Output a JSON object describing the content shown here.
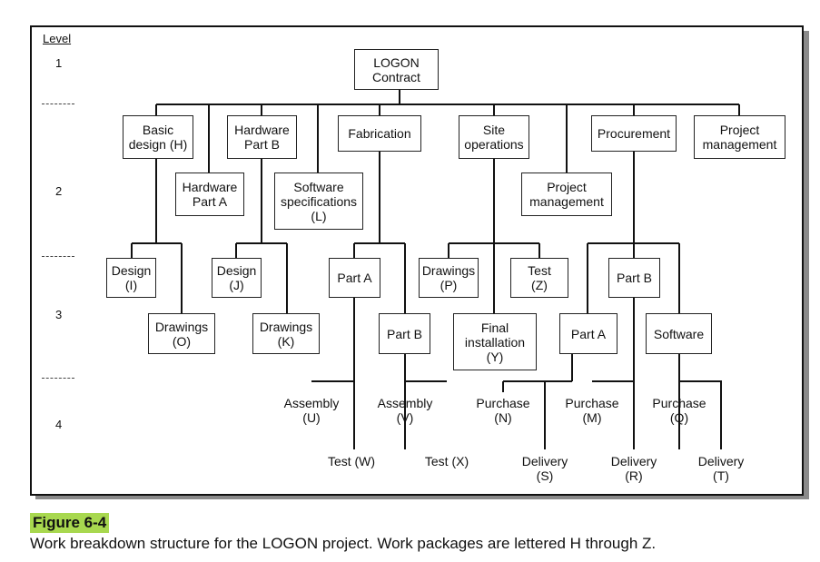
{
  "levels": {
    "header": "Level",
    "l1": "1",
    "l2": "2",
    "l3": "3",
    "l4": "4"
  },
  "nodes": {
    "logon": "LOGON\nContract",
    "basic": "Basic\ndesign (H)",
    "hwb": "Hardware\nPart B",
    "fab": "Fabrication",
    "site": "Site\noperations",
    "proc": "Procurement",
    "pm1": "Project\nmanagement",
    "hwa": "Hardware\nPart A",
    "softspec": "Software\nspecifications\n(L)",
    "pm2": "Project\nmanagement",
    "design_i": "Design\n(I)",
    "design_j": "Design\n(J)",
    "fab_parta": "Part A",
    "draw_p": "Drawings\n(P)",
    "test_z": "Test\n(Z)",
    "proc_partb": "Part B",
    "draw_o": "Drawings\n(O)",
    "draw_k": "Drawings\n(K)",
    "fab_partb": "Part B",
    "final_y": "Final\ninstallation\n(Y)",
    "proc_parta": "Part A",
    "software": "Software"
  },
  "leaves": {
    "assembly_u": "Assembly\n(U)",
    "assembly_v": "Assembly\n(V)",
    "purchase_n": "Purchase\n(N)",
    "purchase_m": "Purchase\n(M)",
    "purchase_q": "Purchase\n(Q)",
    "test_w": "Test (W)",
    "test_x": "Test (X)",
    "delivery_s": "Delivery\n(S)",
    "delivery_r": "Delivery\n(R)",
    "delivery_t": "Delivery\n(T)"
  },
  "caption": {
    "tag": "Figure 6-4",
    "text": "Work breakdown structure for the LOGON project. Work packages are lettered H through Z."
  }
}
